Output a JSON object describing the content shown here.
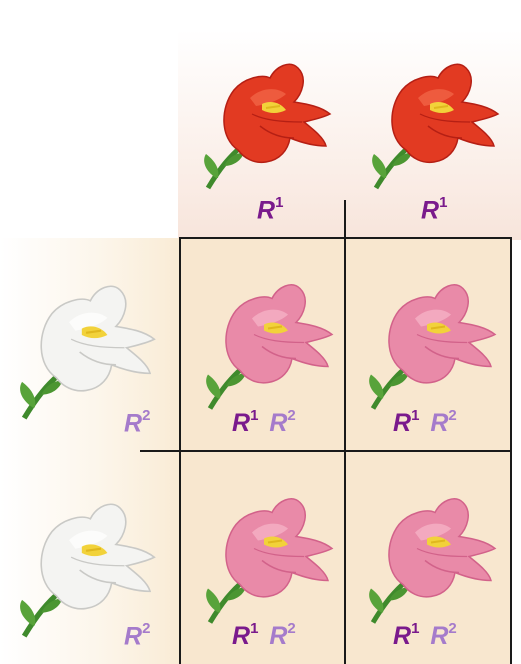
{
  "parents": {
    "top": [
      {
        "allele": "R",
        "sup": "1",
        "flower": "red"
      },
      {
        "allele": "R",
        "sup": "1",
        "flower": "red"
      }
    ],
    "left": [
      {
        "allele": "R",
        "sup": "2",
        "flower": "white"
      },
      {
        "allele": "R",
        "sup": "2",
        "flower": "white"
      }
    ]
  },
  "offspring": [
    {
      "a1": "R",
      "s1": "1",
      "a2": "R",
      "s2": "2",
      "flower": "pink"
    },
    {
      "a1": "R",
      "s1": "1",
      "a2": "R",
      "s2": "2",
      "flower": "pink"
    },
    {
      "a1": "R",
      "s1": "1",
      "a2": "R",
      "s2": "2",
      "flower": "pink"
    },
    {
      "a1": "R",
      "s1": "1",
      "a2": "R",
      "s2": "2",
      "flower": "pink"
    }
  ],
  "colors": {
    "allele_R1": "#7a1a8c",
    "allele_R2": "#a57bcb",
    "cell_bg": "#f8e7cf",
    "red_petal": "#e23a22",
    "pink_petal": "#e98aa8",
    "white_petal": "#f4f4f2"
  }
}
